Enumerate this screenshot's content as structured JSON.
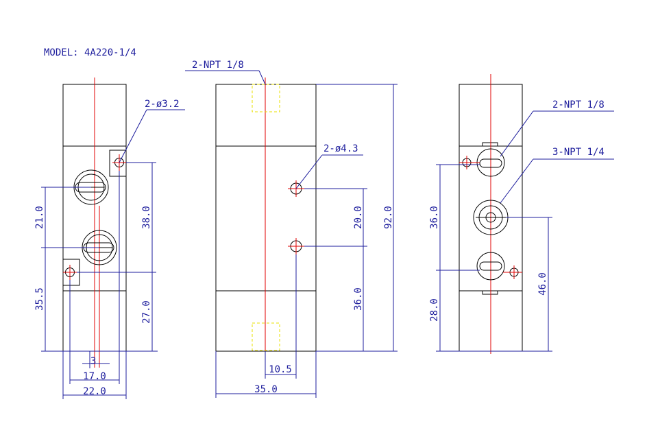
{
  "model": "MODEL: 4A220-1/4",
  "colors": {
    "outline": "#000000",
    "dimension": "#1c1c9c",
    "centerline": "#e00000",
    "hidden": "#e8e000"
  },
  "left_view": {
    "hole_note": "2-ø3.2",
    "dims": {
      "d21": "21.0",
      "d38": "38.0",
      "d355": "35.5",
      "d27": "27.0",
      "d3": "3",
      "d17": "17.0",
      "d22": "22.0"
    }
  },
  "middle_view": {
    "port_note": "2-NPT 1/8",
    "hole_note": "2-ø4.3",
    "dims": {
      "d20": "20.0",
      "d92": "92.0",
      "d36": "36.0",
      "d105": "10.5",
      "d35": "35.0"
    }
  },
  "right_view": {
    "port_note_a": "2-NPT 1/8",
    "port_note_b": "3-NPT 1/4",
    "dims": {
      "d36": "36.0",
      "d28": "28.0",
      "d46": "46.0"
    }
  }
}
